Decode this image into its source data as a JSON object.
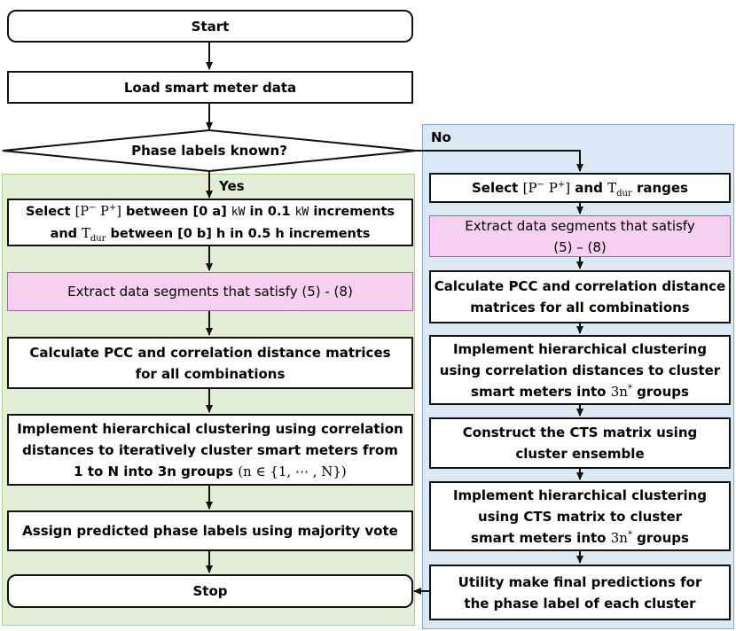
{
  "labels": {
    "yes": "Yes",
    "no": "No"
  },
  "nodes": {
    "start": "Start",
    "load": "Load smart meter data",
    "decision": "Phase labels known?",
    "stop": "Stop"
  },
  "yes_branch": {
    "select_l1_a": "Select",
    "select_l1_b": "between [0 a]",
    "select_l1_unit1": "kW",
    "select_l1_c": "in 0.1",
    "select_l1_unit2": "kW",
    "select_l1_d": "increments",
    "select_l2_a": "and",
    "select_l2_b": "between [0 b] h in 0.5 h increments",
    "extract": "Extract data segments that satisfy (5) - (8)",
    "calc_l1": "Calculate PCC and correlation distance matrices",
    "calc_l2": "for all combinations",
    "cluster_l1": "Implement hierarchical clustering using correlation",
    "cluster_l2": "distances to iteratively cluster smart meters from",
    "cluster_l3_a": "1 to N into 3n groups",
    "cluster_l3_set": "(n ∈ {1, ⋯ , N})",
    "assign": "Assign predicted phase labels using majority vote"
  },
  "no_branch": {
    "select_a": "Select",
    "select_b": "and",
    "select_c": "ranges",
    "extract_l1": "Extract data segments that satisfy",
    "extract_l2": "(5) – (8)",
    "calc_l1": "Calculate PCC and correlation distance",
    "calc_l2": "matrices for all combinations",
    "cluster_l1": "Implement hierarchical clustering",
    "cluster_l2": "using correlation distances to cluster",
    "cluster_l3_a": "smart meters into",
    "cluster_l3_b": "groups",
    "cts_l1": "Construct the CTS matrix using",
    "cts_l2": "cluster ensemble",
    "cluster2_l1": "Implement hierarchical clustering",
    "cluster2_l2": "using CTS matrix to cluster",
    "cluster2_l3_a": "smart meters into",
    "cluster2_l3_b": "groups",
    "final_l1": "Utility make final predictions for",
    "final_l2": "the phase label of each cluster"
  },
  "math": {
    "p_minus": "P",
    "p_plus": "P",
    "t": "T",
    "t_sub": "dur",
    "three_n": "3n",
    "star": "*",
    "minus": "−",
    "plus": "+"
  }
}
